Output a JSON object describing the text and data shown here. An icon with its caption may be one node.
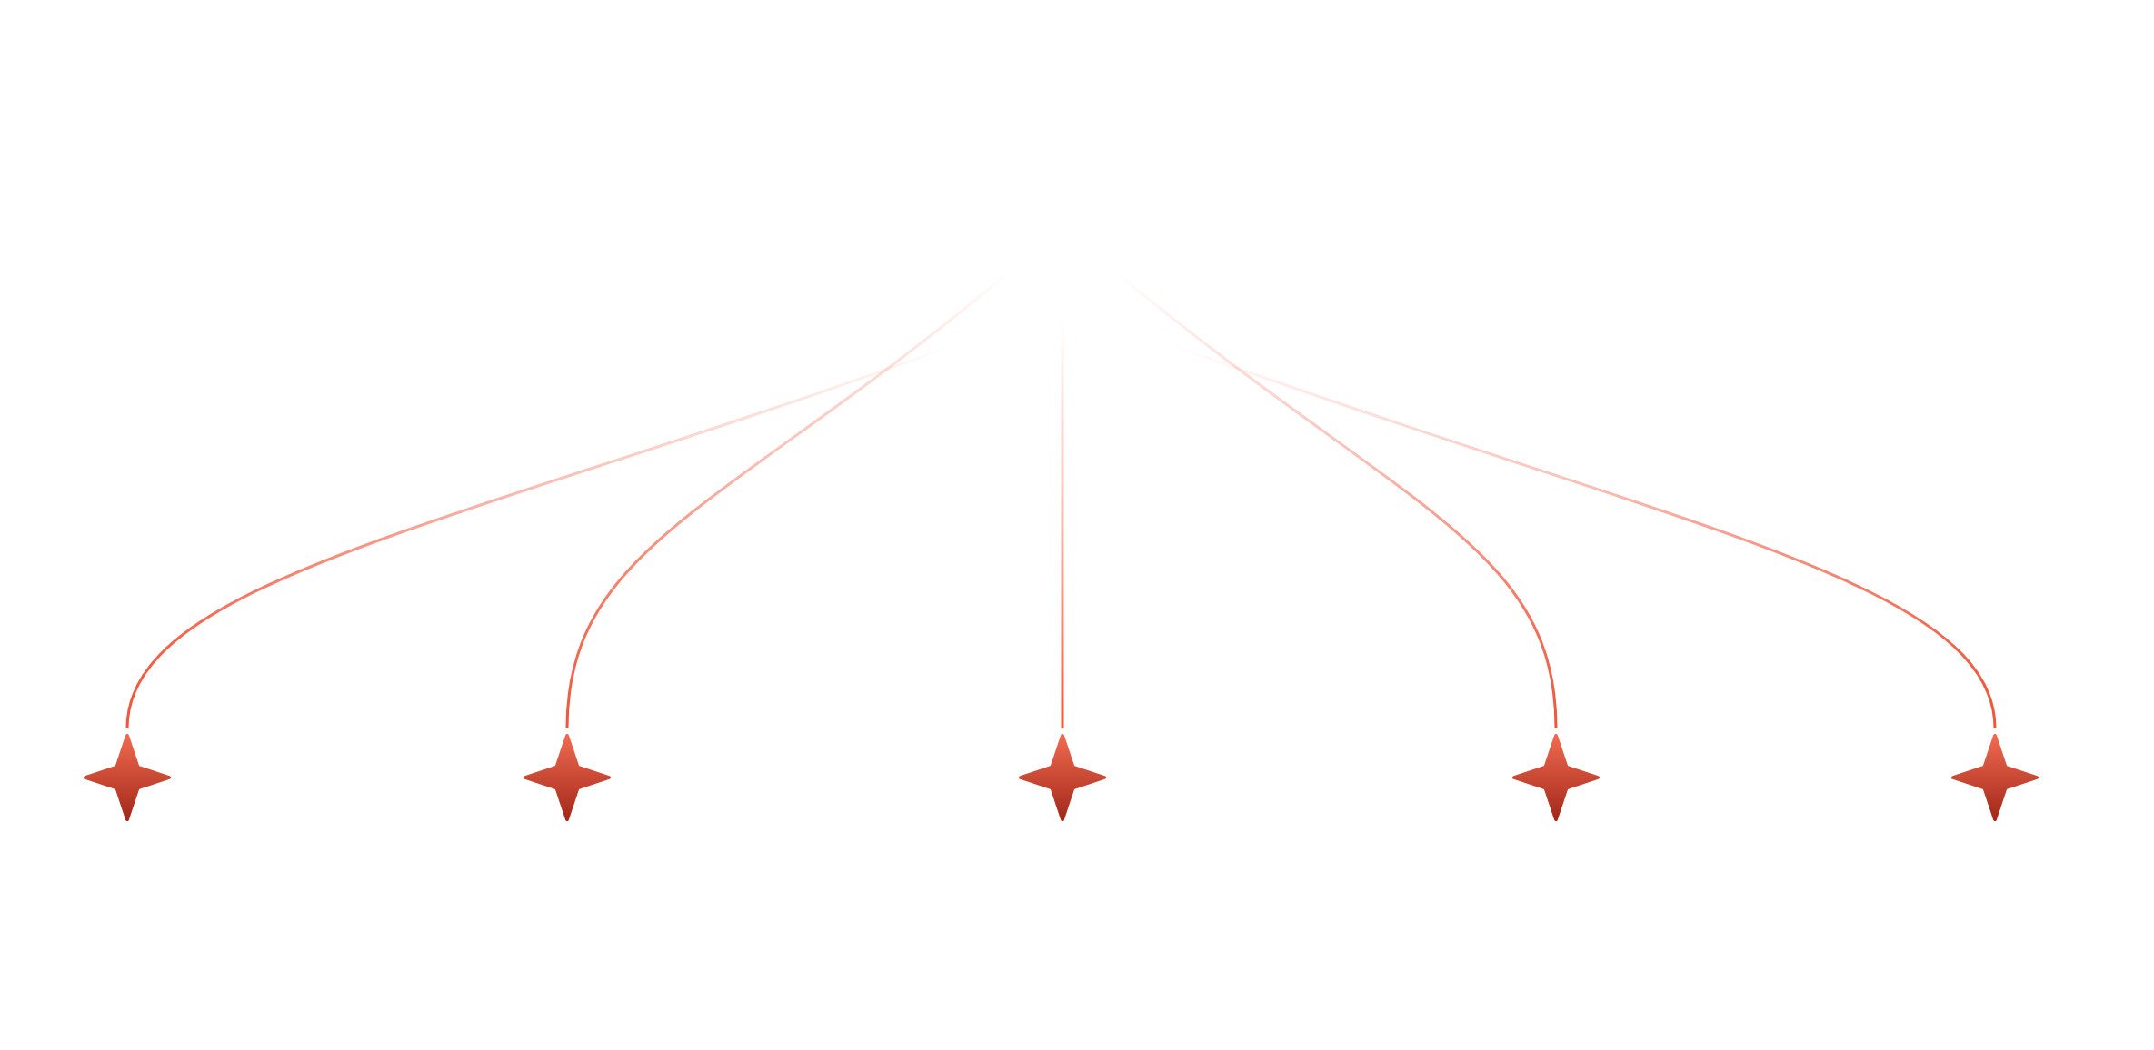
{
  "diagram": {
    "nodes": [
      {
        "text": [],
        "shape": "star"
      },
      {
        "text": [],
        "shape": "star"
      },
      {
        "text": [],
        "shape": "star"
      },
      {
        "text": [],
        "shape": "star"
      },
      {
        "text": [],
        "shape": "star"
      }
    ],
    "edges": [
      {
        "from": null,
        "to": 0,
        "arrow": "none"
      },
      {
        "from": null,
        "to": 1,
        "arrow": "none"
      },
      {
        "from": null,
        "to": 2,
        "arrow": "none"
      },
      {
        "from": null,
        "to": 3,
        "arrow": "none"
      },
      {
        "from": null,
        "to": 4,
        "arrow": "none"
      }
    ]
  }
}
